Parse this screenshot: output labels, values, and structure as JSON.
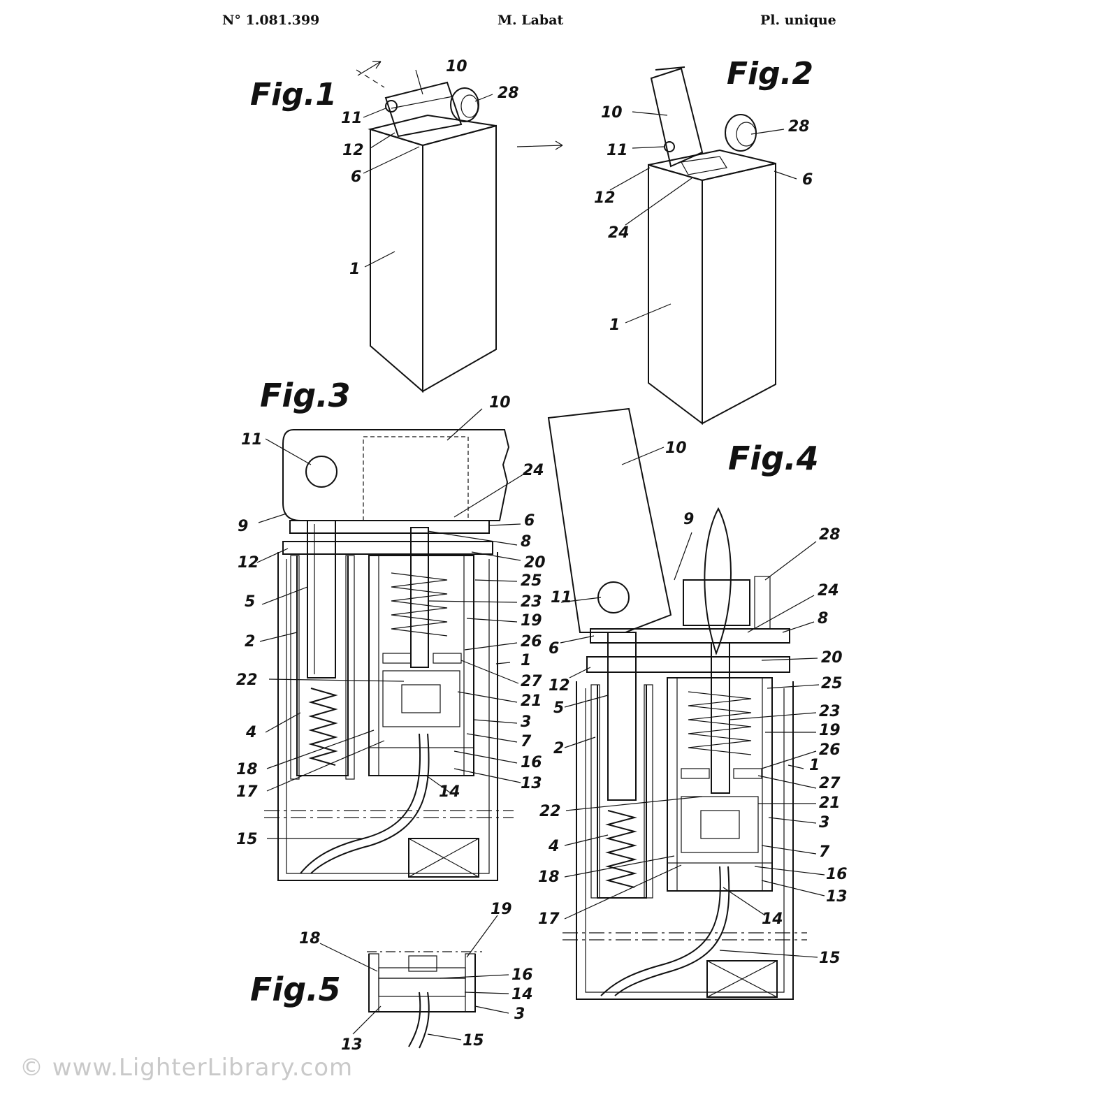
{
  "header": {
    "patent_number": "N° 1.081.399",
    "inventor": "M. Labat",
    "plate": "Pl. unique"
  },
  "figures": {
    "fig1": {
      "title": "Fig.1",
      "labels": [
        "10",
        "28",
        "11",
        "12",
        "6",
        "1"
      ]
    },
    "fig2": {
      "title": "Fig.2",
      "labels": [
        "10",
        "28",
        "11",
        "6",
        "12",
        "24",
        "1"
      ]
    },
    "fig3": {
      "title": "Fig.3",
      "labels": [
        "10",
        "11",
        "24",
        "9",
        "6",
        "8",
        "12",
        "20",
        "25",
        "5",
        "23",
        "19",
        "2",
        "26",
        "1",
        "22",
        "27",
        "21",
        "4",
        "3",
        "7",
        "18",
        "16",
        "17",
        "13",
        "14",
        "15"
      ]
    },
    "fig4": {
      "title": "Fig.4",
      "labels": [
        "10",
        "9",
        "28",
        "24",
        "11",
        "8",
        "6",
        "20",
        "12",
        "25",
        "5",
        "23",
        "19",
        "2",
        "26",
        "1",
        "27",
        "22",
        "21",
        "3",
        "4",
        "7",
        "18",
        "16",
        "17",
        "13",
        "14",
        "15"
      ]
    },
    "fig5": {
      "title": "Fig.5",
      "labels": [
        "18",
        "19",
        "16",
        "14",
        "3",
        "13",
        "15"
      ]
    }
  },
  "watermark": "© www.LighterLibrary.com",
  "colors": {
    "ink": "#111111",
    "paper": "#ffffff",
    "watermark": "#c9c9c9"
  }
}
